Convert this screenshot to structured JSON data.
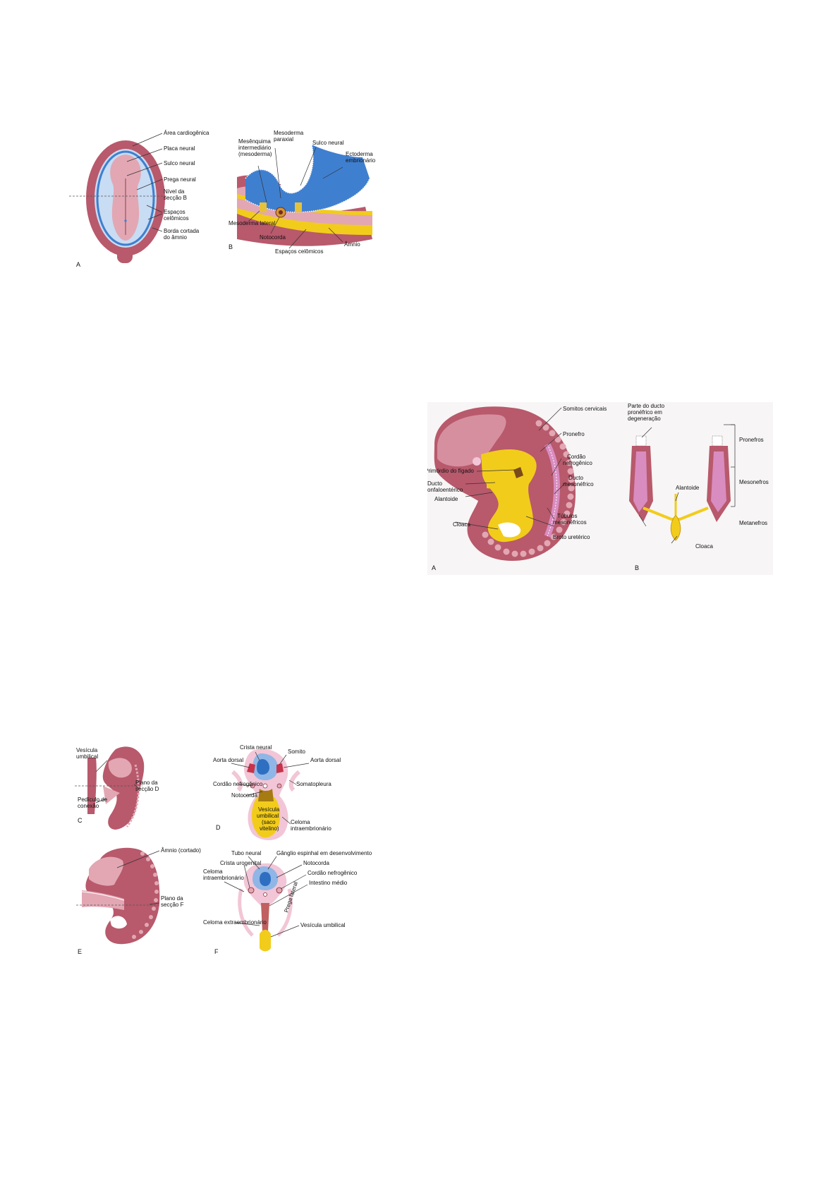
{
  "colors": {
    "embryo_mauve": "#b8596c",
    "embryo_pink": "#e2a7b3",
    "ectoderm_blue": "#3f7fcf",
    "yellow": "#f2cc1b",
    "light_pink": "#f2c6d6",
    "dark_red": "#7c2632"
  },
  "figures": [
    {
      "id": "fig1",
      "panels": [
        "A",
        "B"
      ],
      "labels": [
        "Área cardiogênica",
        "Placa neural",
        "Sulco neural",
        "Prega neural",
        "Nível da",
        "secção B",
        "Espaços",
        "celômicos",
        "Borda cortada",
        "do âmnio",
        "Mesênquima",
        "intermediário",
        "(mesoderma)",
        "Mesoderma",
        "paraxial",
        "Sulco neural",
        "Ectoderma",
        "embrionário",
        "Mesoderma lateral",
        "Notocorda",
        "Espaços celômicos",
        "Âmnio"
      ]
    },
    {
      "id": "fig2",
      "panels": [
        "A",
        "B"
      ],
      "labels": [
        "Somitos cervicais",
        "Parte do ducto",
        "pronéfrico em",
        "degeneração",
        "Pronefro",
        "Cordão",
        "nefrogênico",
        "Ducto",
        "mesonéfrico",
        "Primórdio do fígado",
        "Ducto",
        "onfaloentérico",
        "Alantoide",
        "Cloaca",
        "Túbulos",
        "mesonéfricos",
        "Broto uretérico",
        "Alantoide",
        "Cloaca",
        "Pronefros",
        "Mesonefros",
        "Metanefros"
      ]
    },
    {
      "id": "fig3",
      "panels": [
        "C",
        "D",
        "E",
        "F"
      ],
      "labels": [
        "Vesícula",
        "umbilical",
        "Plano da",
        "secção D",
        "Pedículo de",
        "conexão",
        "Crista neural",
        "Somito",
        "Aorta dorsal",
        "Aorta dorsal",
        "Cordão nefrogênico",
        "Somatopleura",
        "Notocorda",
        "Vesícula",
        "umbilical",
        "(saco",
        "vitelino)",
        "Celoma",
        "intraembrionário",
        "Âmnio (cortado)",
        "Plano da",
        "secção F",
        "Tubo neural",
        "Gânglio espinhal em desenvolvimento",
        "Crista urogenital",
        "Notocorda",
        "Celoma",
        "intraembrionário",
        "Cordão nefrogênico",
        "Intestino médio",
        "Prega lateral",
        "Celoma extraembrionário",
        "Vesícula umbilical"
      ]
    }
  ]
}
